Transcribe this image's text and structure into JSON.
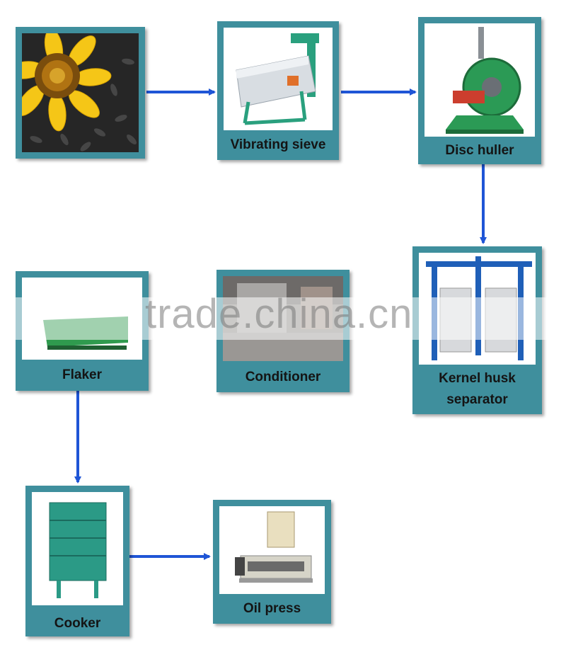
{
  "nodes": {
    "sunflower_seeds": {
      "label": ""
    },
    "vibrating_sieve": {
      "label": "Vibrating sieve"
    },
    "disc_huller": {
      "label": "Disc huller"
    },
    "kernel_husk_separator": {
      "label_line1": "Kernel husk",
      "label_line2": "separator"
    },
    "flaker": {
      "label": "Flaker"
    },
    "conditioner": {
      "label": "Conditioner"
    },
    "cooker": {
      "label": "Cooker"
    },
    "oil_press": {
      "label": "Oil press"
    }
  },
  "watermark": {
    "text": "trade.china.cn"
  },
  "colors": {
    "box": "#3f8f9d",
    "arrow": "#1f55d6",
    "label": "#141414"
  }
}
